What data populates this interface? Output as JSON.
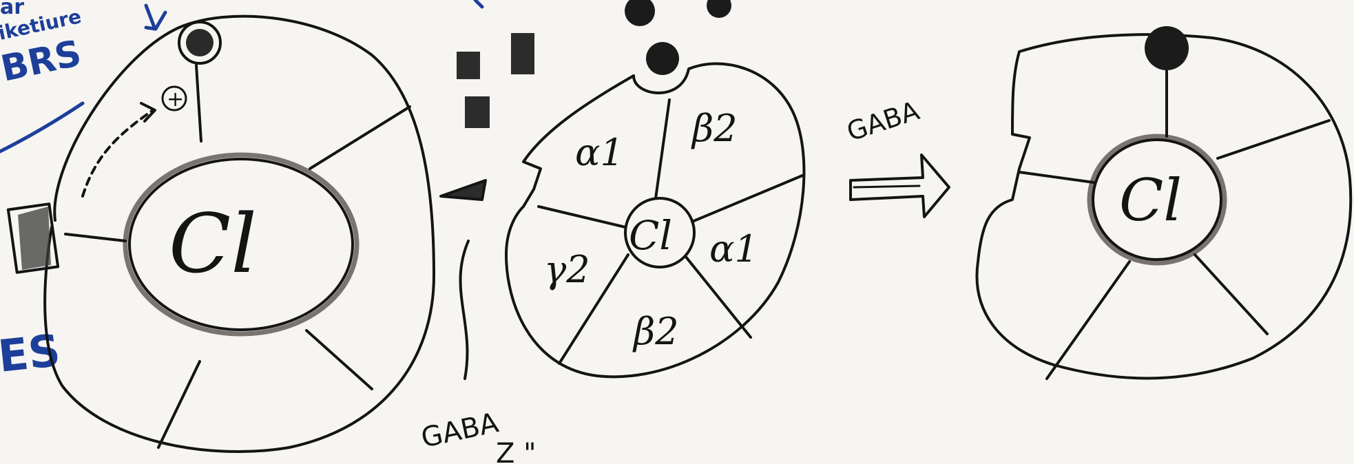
{
  "center_label_left": "Cl",
  "center_label_middle": "Cl",
  "center_label_right": "Cl",
  "subunits": {
    "top_left": "α1",
    "top_right": "β2",
    "right": "α1",
    "bottom": "β2",
    "left": "γ2"
  },
  "arrow_label": "GABA",
  "bottom_label": "GABA",
  "bottom_label_cut": "Z \"",
  "left_edge_label": "ES",
  "blue_top_text": "ar",
  "blue_second_line": "iketiure",
  "blue_third_line": "BRS",
  "plus_symbol": "+",
  "colors": {
    "ink": "#141414",
    "blue_marker": "#1d3f9a",
    "paper": "#f6f5f2"
  }
}
